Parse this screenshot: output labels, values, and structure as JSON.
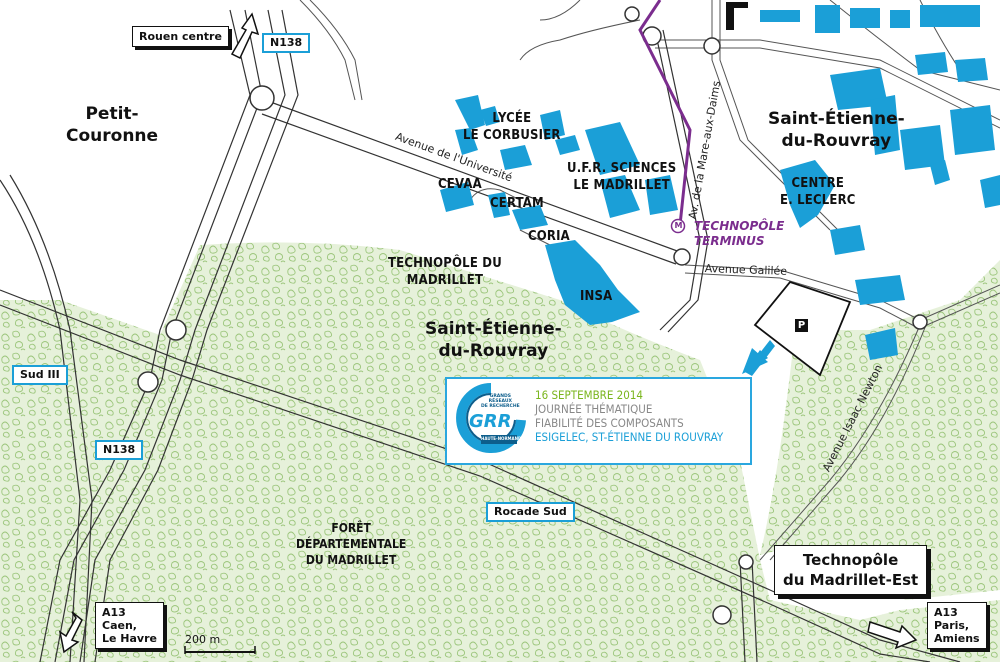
{
  "towns": {
    "petit_couronne": [
      "Petit-",
      "Couronne"
    ],
    "st_etienne_north": [
      "Saint-Étienne-",
      "du-Rouvray"
    ],
    "st_etienne_center": [
      "Saint-Étienne-",
      "du-Rouvray"
    ]
  },
  "buildings": {
    "lycee": [
      "LYCÉE",
      "LE CORBUSIER"
    ],
    "ufr": [
      "U.F.R. SCIENCES",
      "LE MADRILLET"
    ],
    "cevaa": "CEVAA",
    "certam": "CERTAM",
    "coria": "CORIA",
    "insa": "INSA",
    "technopole_madrillet": [
      "TECHNOPÔLE DU",
      "MADRILLET"
    ],
    "centre_leclerc": [
      "CENTRE",
      "E. LECLERC"
    ]
  },
  "streets": {
    "universite": "Avenue de l'Université",
    "mare_aux_daims": "Av. de la Mare-aux-Daims",
    "galilee": "Avenue Galilée",
    "isaac_newton": "Avenue Isaac Newton"
  },
  "road_signs": {
    "n138_top": "N138",
    "n138_bottom": "N138",
    "sud_iii": "Sud III",
    "rocade_sud": "Rocade Sud"
  },
  "direction_signs": {
    "rouen": "Rouen centre",
    "a13_caen": [
      "A13",
      "Caen,",
      "Le Havre"
    ],
    "a13_paris": [
      "A13",
      "Paris,",
      "Amiens"
    ]
  },
  "technopole_est": [
    "Technopôle",
    "du Madrillet-Est"
  ],
  "tram": {
    "station_marker": "M",
    "station_name": [
      "TECHNOPÔLE",
      "TERMINUS"
    ],
    "color": "#7b2d8e"
  },
  "forest_label": [
    "FORÊT",
    "DÉPARTEMENTALE",
    "DU MADRILLET"
  ],
  "parking_label": "P",
  "event": {
    "date": "16 SEPTEMBRE 2014",
    "line2": "JOURNÉE THÉMATIQUE",
    "line3": "FIABILITÉ DES COMPOSANTS",
    "venue": "ESIGELEC, ST-ÉTIENNE DU ROUVRAY",
    "logo_title": "GRR",
    "logo_top": [
      "GRANDS",
      "RÉSEAUX",
      "DE RECHERCHE"
    ],
    "logo_region": "HAUTE-NORMANDIE"
  },
  "scale_label": "200 m",
  "colors": {
    "building_blue": "#1b9fd7",
    "forest_green": "#e3efd6",
    "tram_purple": "#7b2d8e",
    "sign_blue": "#1b9fd7"
  }
}
